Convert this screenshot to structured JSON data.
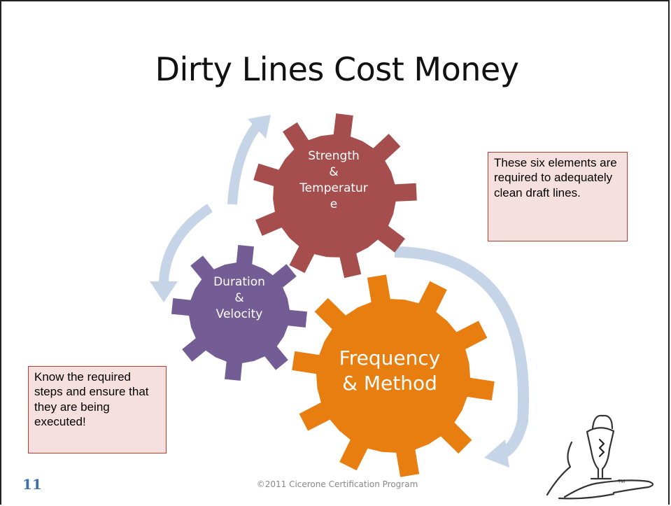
{
  "title": "Dirty Lines Cost Money",
  "gears": {
    "red": {
      "lines": [
        "Strength",
        "&",
        "Temperatur",
        "e"
      ],
      "color": "#a64d4d"
    },
    "purple": {
      "lines": [
        "Duration",
        "&",
        "Velocity"
      ],
      "color": "#745d94"
    },
    "orange": {
      "lines": [
        "Frequency",
        "& Method"
      ],
      "color": "#e87d10"
    }
  },
  "arrow_color": "#c5d5e7",
  "notes": {
    "right": "These six elements are required to adequately clean draft lines.",
    "left": "Know the required steps and ensure that they are being executed!"
  },
  "footer": "©2011 Cicerone Certification Program",
  "slide_number": "11",
  "logo": {
    "icon": "cicerone-hand-goblet-logo",
    "mark": "TM"
  }
}
